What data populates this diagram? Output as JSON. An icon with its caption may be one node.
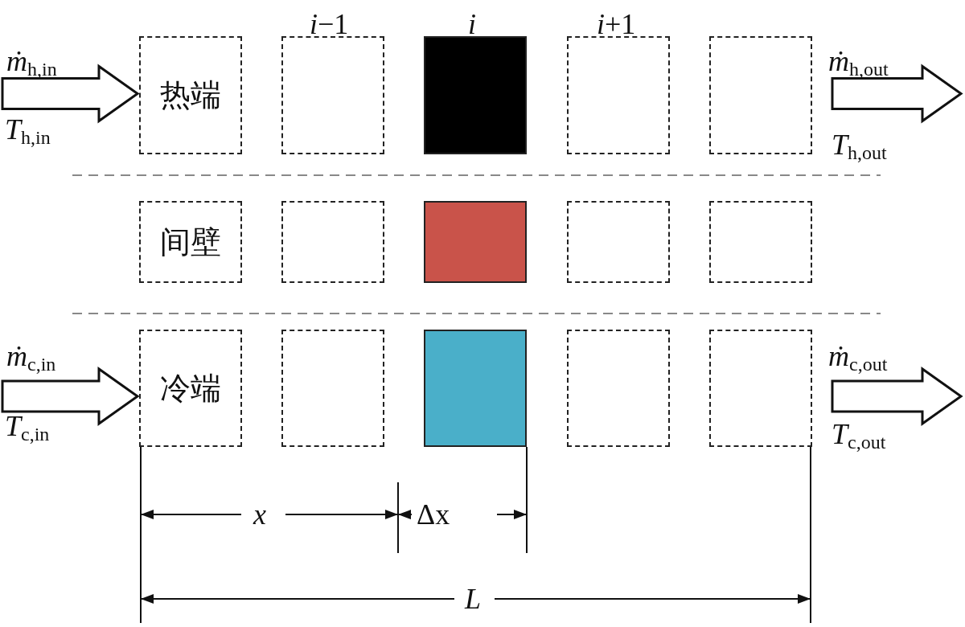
{
  "diagram": {
    "nodes": [
      {
        "text": [
          "热端"
        ]
      },
      {
        "text": [],
        "shape": "box"
      },
      {
        "text": [],
        "shape": "box"
      },
      {
        "text": [],
        "shape": "box"
      },
      {
        "text": [],
        "shape": "box"
      },
      {
        "text": [
          "间壁"
        ]
      },
      {
        "text": [],
        "shape": "box"
      },
      {
        "text": [],
        "shape": "box"
      },
      {
        "text": [],
        "shape": "box"
      },
      {
        "text": [],
        "shape": "box"
      },
      {
        "text": [
          "冷端"
        ]
      },
      {
        "text": [],
        "shape": "box"
      },
      {
        "text": [],
        "shape": "box"
      },
      {
        "text": [],
        "shape": "box"
      },
      {
        "text": [],
        "shape": "box"
      }
    ],
    "edges": [
      {
        "from": null,
        "to": 0,
        "arrow": "to"
      },
      {
        "from": 4,
        "to": null,
        "arrow": "to"
      },
      {
        "from": null,
        "to": 10,
        "arrow": "to"
      },
      {
        "from": 14,
        "to": null,
        "arrow": "to"
      }
    ],
    "labels": [
      "*i*−1",
      "*i*",
      "*i*+1",
      "*ṁ*$_{h,in}$",
      "*T*$_{h,in}$",
      "*ṁ*$_{h,out}$",
      "*T*$_{h,out}$",
      "*ṁ*$_{c,in}$",
      "*T*$_{c,in}$",
      "*ṁ*$_{c,out}$",
      "*T*$_{c,out}$",
      "*x*",
      "Δx",
      "*L*"
    ]
  }
}
